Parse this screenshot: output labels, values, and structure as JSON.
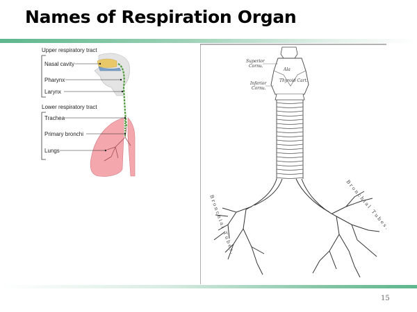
{
  "slide": {
    "title": "Names of Respiration Organ",
    "page_number": "15"
  },
  "left_figure": {
    "upper_tract_heading": "Upper respiratory tract",
    "lower_tract_heading": "Lower respiratory tract",
    "labels": {
      "nasal_cavity": "Nasal cavity",
      "pharynx": "Pharynx",
      "larynx": "Larynx",
      "trachea": "Trachea",
      "primary_bronchi": "Primary bronchi",
      "lungs": "Lungs"
    }
  },
  "right_figure": {
    "labels": {
      "superior_cornu": [
        "Superior",
        "Cornu."
      ],
      "inferior_cornu": [
        "Inferior",
        "Cornu."
      ],
      "ala": "Ala",
      "thyroid_cart": "Thyroid Cart.",
      "bronchial_tubes_left": "Bronchial Tubes.",
      "bronchial_tubes_right": "Bronchial Tubes."
    }
  },
  "colors": {
    "accent_green": "#5db68e",
    "lung_pink": "#f4a7ad",
    "nasal_tan": "#e9c86a",
    "airway_green": "#4f9a3b"
  }
}
